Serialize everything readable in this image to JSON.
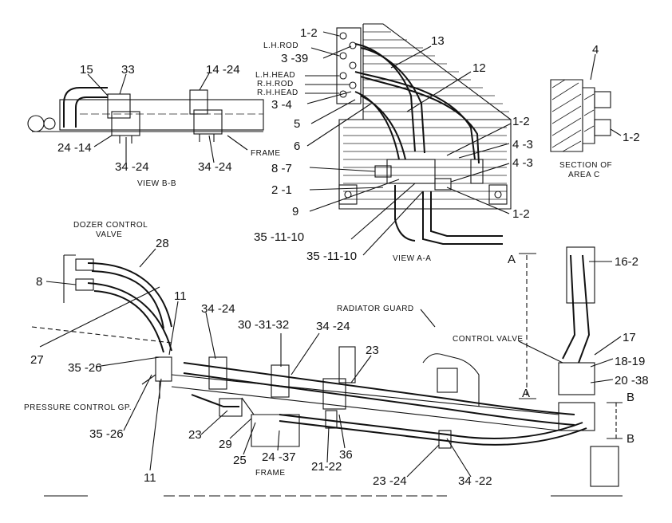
{
  "labels": {
    "lh_rod": "L.H.ROD",
    "lh_head": "L.H.HEAD",
    "rh_rod": "R.H.ROD",
    "rh_head": "R.H.HEAD",
    "view_bb": "VIEW B-B",
    "frame_bb": "FRAME",
    "view_aa": "VIEW A-A",
    "section_area_c_1": "SECTION OF",
    "section_area_c_2": "AREA C",
    "dozer_control_1": "DOZER CONTROL",
    "dozer_control_2": "VALVE",
    "radiator_guard": "RADIATOR GUARD",
    "control_valve": "CONTROL VALVE",
    "pressure_control": "PRESSURE CONTROL GP.",
    "frame_main": "FRAME",
    "arrow_a_top": "A",
    "arrow_a_bottom": "A",
    "arrow_b_top": "B",
    "arrow_b_bottom": "B"
  },
  "callouts": {
    "c_1_2_top": "1-2",
    "c_3_39": "3 -39",
    "c_13": "13",
    "c_12": "12",
    "c_3_4": "3 -4",
    "c_5": "5",
    "c_6": "6",
    "c_1_2_mid": "1-2",
    "c_4_3_a": "4 -3",
    "c_4_3_b": "4 -3",
    "c_8_7": "8 -7",
    "c_2_1": "2 -1",
    "c_9": "9",
    "c_1_2_low": "1-2",
    "c_35_11_10_a": "35 -11-10",
    "c_35_11_10_b": "35 -11-10",
    "c_15": "15",
    "c_33": "33",
    "c_14_24": "14 -24",
    "c_24_14": "24 -14",
    "c_34_24_bb1": "34 -24",
    "c_34_24_bb2": "34 -24",
    "c_4": "4",
    "c_1_2_sec": "1-2",
    "c_28": "28",
    "c_8": "8",
    "c_11_top": "11",
    "c_27": "27",
    "c_34_24_main": "34 -24",
    "c_30_31_32": "30 -31-32",
    "c_34_24_main2": "34 -24",
    "c_35_26_a": "35 -26",
    "c_35_26_b": "35 -26",
    "c_23_a": "23",
    "c_23_b": "23",
    "c_29": "29",
    "c_25": "25",
    "c_24_37": "24 -37",
    "c_21_22": "21-22",
    "c_36": "36",
    "c_11_bottom": "11",
    "c_23_24": "23 -24",
    "c_34_22": "34 -22",
    "c_16_2": "16-2",
    "c_17": "17",
    "c_18_19": "18-19",
    "c_20_38": "20 -38"
  }
}
